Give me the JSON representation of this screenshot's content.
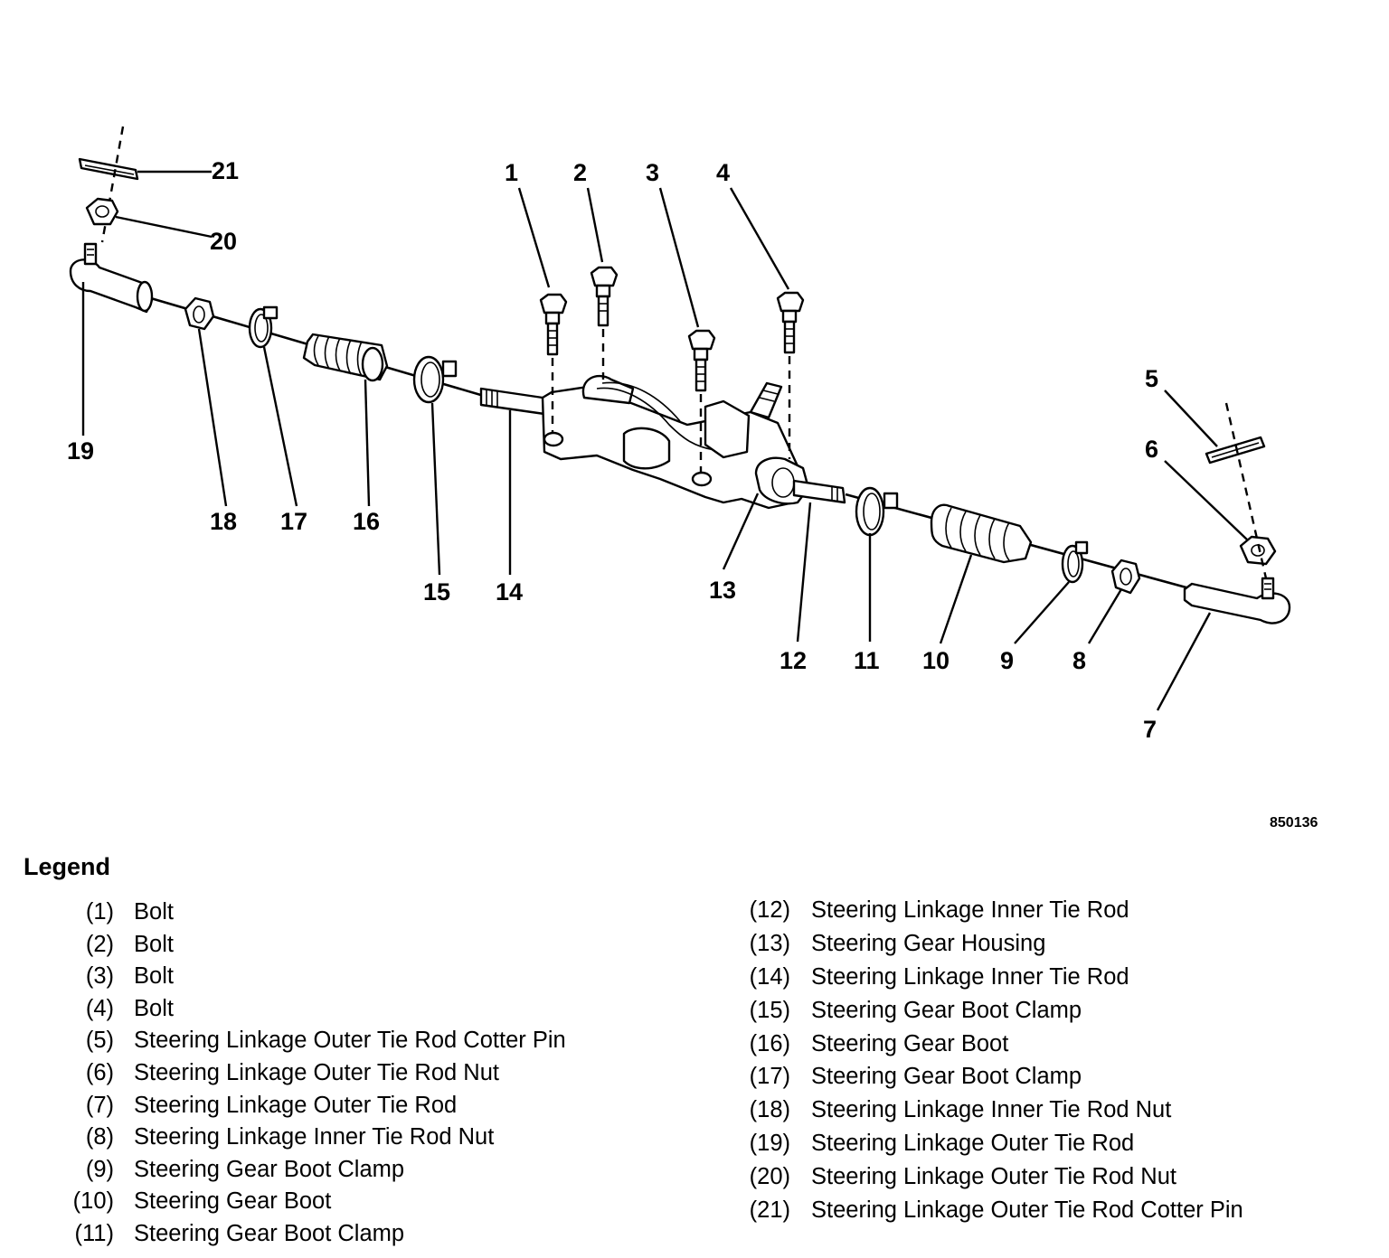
{
  "figure_id": "850136",
  "callouts": [
    "1",
    "2",
    "3",
    "4",
    "5",
    "6",
    "7",
    "8",
    "9",
    "10",
    "11",
    "12",
    "13",
    "14",
    "15",
    "16",
    "17",
    "18",
    "19",
    "20",
    "21"
  ],
  "legend": {
    "title": "Legend",
    "items": [
      {
        "num": "(1)",
        "label": "Bolt"
      },
      {
        "num": "(2)",
        "label": "Bolt"
      },
      {
        "num": "(3)",
        "label": "Bolt"
      },
      {
        "num": "(4)",
        "label": "Bolt"
      },
      {
        "num": "(5)",
        "label": "Steering Linkage Outer Tie Rod Cotter Pin"
      },
      {
        "num": "(6)",
        "label": "Steering Linkage Outer Tie Rod Nut"
      },
      {
        "num": "(7)",
        "label": "Steering Linkage Outer Tie Rod"
      },
      {
        "num": "(8)",
        "label": "Steering Linkage Inner Tie Rod Nut"
      },
      {
        "num": "(9)",
        "label": "Steering Gear Boot Clamp"
      },
      {
        "num": "(10)",
        "label": "Steering Gear Boot"
      },
      {
        "num": "(11)",
        "label": "Steering Gear Boot Clamp"
      },
      {
        "num": "(12)",
        "label": "Steering Linkage Inner Tie Rod"
      },
      {
        "num": "(13)",
        "label": "Steering Gear Housing"
      },
      {
        "num": "(14)",
        "label": "Steering Linkage Inner Tie Rod"
      },
      {
        "num": "(15)",
        "label": "Steering Gear Boot Clamp"
      },
      {
        "num": "(16)",
        "label": "Steering Gear Boot"
      },
      {
        "num": "(17)",
        "label": "Steering Gear Boot Clamp"
      },
      {
        "num": "(18)",
        "label": "Steering Linkage Inner Tie Rod Nut"
      },
      {
        "num": "(19)",
        "label": "Steering Linkage Outer Tie Rod"
      },
      {
        "num": "(20)",
        "label": "Steering Linkage Outer Tie Rod Nut"
      },
      {
        "num": "(21)",
        "label": "Steering Linkage Outer Tie Rod Cotter Pin"
      }
    ]
  }
}
